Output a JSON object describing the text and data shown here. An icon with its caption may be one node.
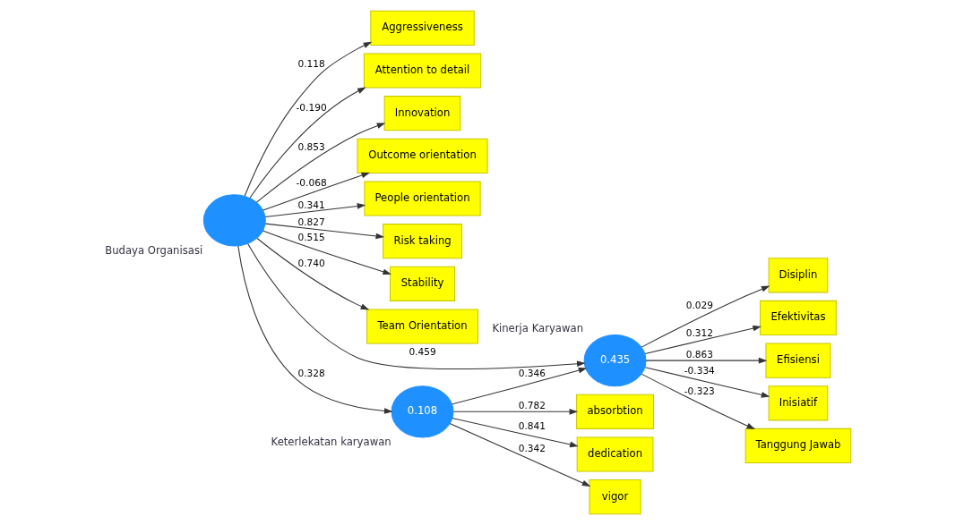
{
  "diagram": {
    "nodes": [
      {
        "text": [
          "Aggressiveness"
        ]
      },
      {
        "text": [
          "Attention to detail"
        ]
      },
      {
        "text": [
          "Innovation"
        ]
      },
      {
        "text": [
          "Outcome orientation"
        ]
      },
      {
        "text": [
          "People orientation"
        ]
      },
      {
        "text": [
          "Risk taking"
        ]
      },
      {
        "text": [
          "Stability"
        ]
      },
      {
        "text": [
          "Team Orientation"
        ]
      },
      {
        "text": [
          "Budaya Organisasi"
        ]
      },
      {
        "text": [
          "Disiplin"
        ]
      },
      {
        "text": [
          "Efektivitas"
        ]
      },
      {
        "text": [
          "0.435",
          "Kinerja Karyawan"
        ]
      },
      {
        "text": [
          "Efisiensi"
        ]
      },
      {
        "text": [
          "Inisiatif"
        ]
      },
      {
        "text": [
          "Tanggung Jawab"
        ]
      },
      {
        "text": [
          "absorbtion"
        ]
      },
      {
        "text": [
          "dedication"
        ]
      },
      {
        "text": [
          "vigor"
        ]
      },
      {
        "text": [
          "0.108",
          "Keterlekatan karyawan"
        ]
      }
    ],
    "edges": [
      {
        "from": 8,
        "to": 0,
        "arrow": "to",
        "label": "0.118"
      },
      {
        "from": 8,
        "to": 1,
        "arrow": "to",
        "label": "-0.190"
      },
      {
        "from": 8,
        "to": 2,
        "arrow": "to",
        "label": "0.853"
      },
      {
        "from": 8,
        "to": 3,
        "arrow": "to",
        "label": "-0.068"
      },
      {
        "from": 8,
        "to": 4,
        "arrow": "to",
        "label": "0.341"
      },
      {
        "from": 8,
        "to": 5,
        "arrow": "to",
        "label": "0.827"
      },
      {
        "from": 8,
        "to": 6,
        "arrow": "to",
        "label": "0.515"
      },
      {
        "from": 8,
        "to": 7,
        "arrow": "to",
        "label": "0.740"
      },
      {
        "from": 8,
        "to": 11,
        "arrow": "to",
        "label": "0.459"
      },
      {
        "from": 8,
        "to": 18,
        "arrow": "to",
        "label": "0.328"
      },
      {
        "from": 18,
        "to": 11,
        "arrow": "to",
        "label": "0.346"
      },
      {
        "from": 11,
        "to": 9,
        "arrow": "to",
        "label": "0.029"
      },
      {
        "from": 11,
        "to": 10,
        "arrow": "to",
        "label": "0.312"
      },
      {
        "from": 11,
        "to": 12,
        "arrow": "to",
        "label": "0.863"
      },
      {
        "from": 11,
        "to": 13,
        "arrow": "to",
        "label": "-0.334"
      },
      {
        "from": 11,
        "to": 14,
        "arrow": "to",
        "label": "-0.323"
      },
      {
        "from": 18,
        "to": 15,
        "arrow": "to",
        "label": "0.782"
      },
      {
        "from": 18,
        "to": 16,
        "arrow": "to",
        "label": "0.841"
      },
      {
        "from": 18,
        "to": 17,
        "arrow": "to",
        "label": "0.342"
      }
    ]
  }
}
